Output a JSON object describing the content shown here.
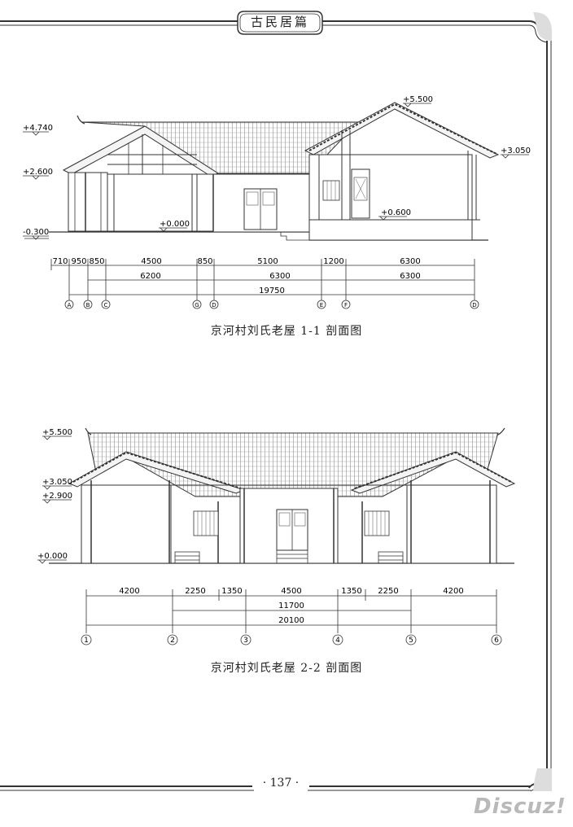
{
  "header": {
    "title": "古民居篇"
  },
  "section1": {
    "elevations": [
      "+5.500",
      "+4.740",
      "+3.050",
      "+2.600",
      "+0.600",
      "+0.000",
      "-0.300"
    ],
    "dims_row1": [
      "710",
      "950",
      "850",
      "4500",
      "850",
      "5100",
      "1200",
      "6300"
    ],
    "dims_row2": [
      "6200",
      "6300",
      "6300"
    ],
    "dims_total": "19750",
    "axes": [
      "A",
      "B",
      "C",
      "G",
      "D",
      "E",
      "F",
      "D"
    ],
    "caption": "京河村刘氏老屋 1-1 剖面图"
  },
  "section2": {
    "elevations": [
      "+5.500",
      "+3.050",
      "+2.900",
      "+0.000"
    ],
    "dims_row1": [
      "4200",
      "2250",
      "1350",
      "4500",
      "1350",
      "2250",
      "4200"
    ],
    "dims_row2": "11700",
    "dims_total": "20100",
    "axes": [
      "1",
      "2",
      "3",
      "4",
      "5",
      "6"
    ],
    "caption": "京河村刘氏老屋 2-2 剖面图"
  },
  "footer": {
    "page_number": "· 137 ·"
  },
  "watermark": "Discuz!"
}
